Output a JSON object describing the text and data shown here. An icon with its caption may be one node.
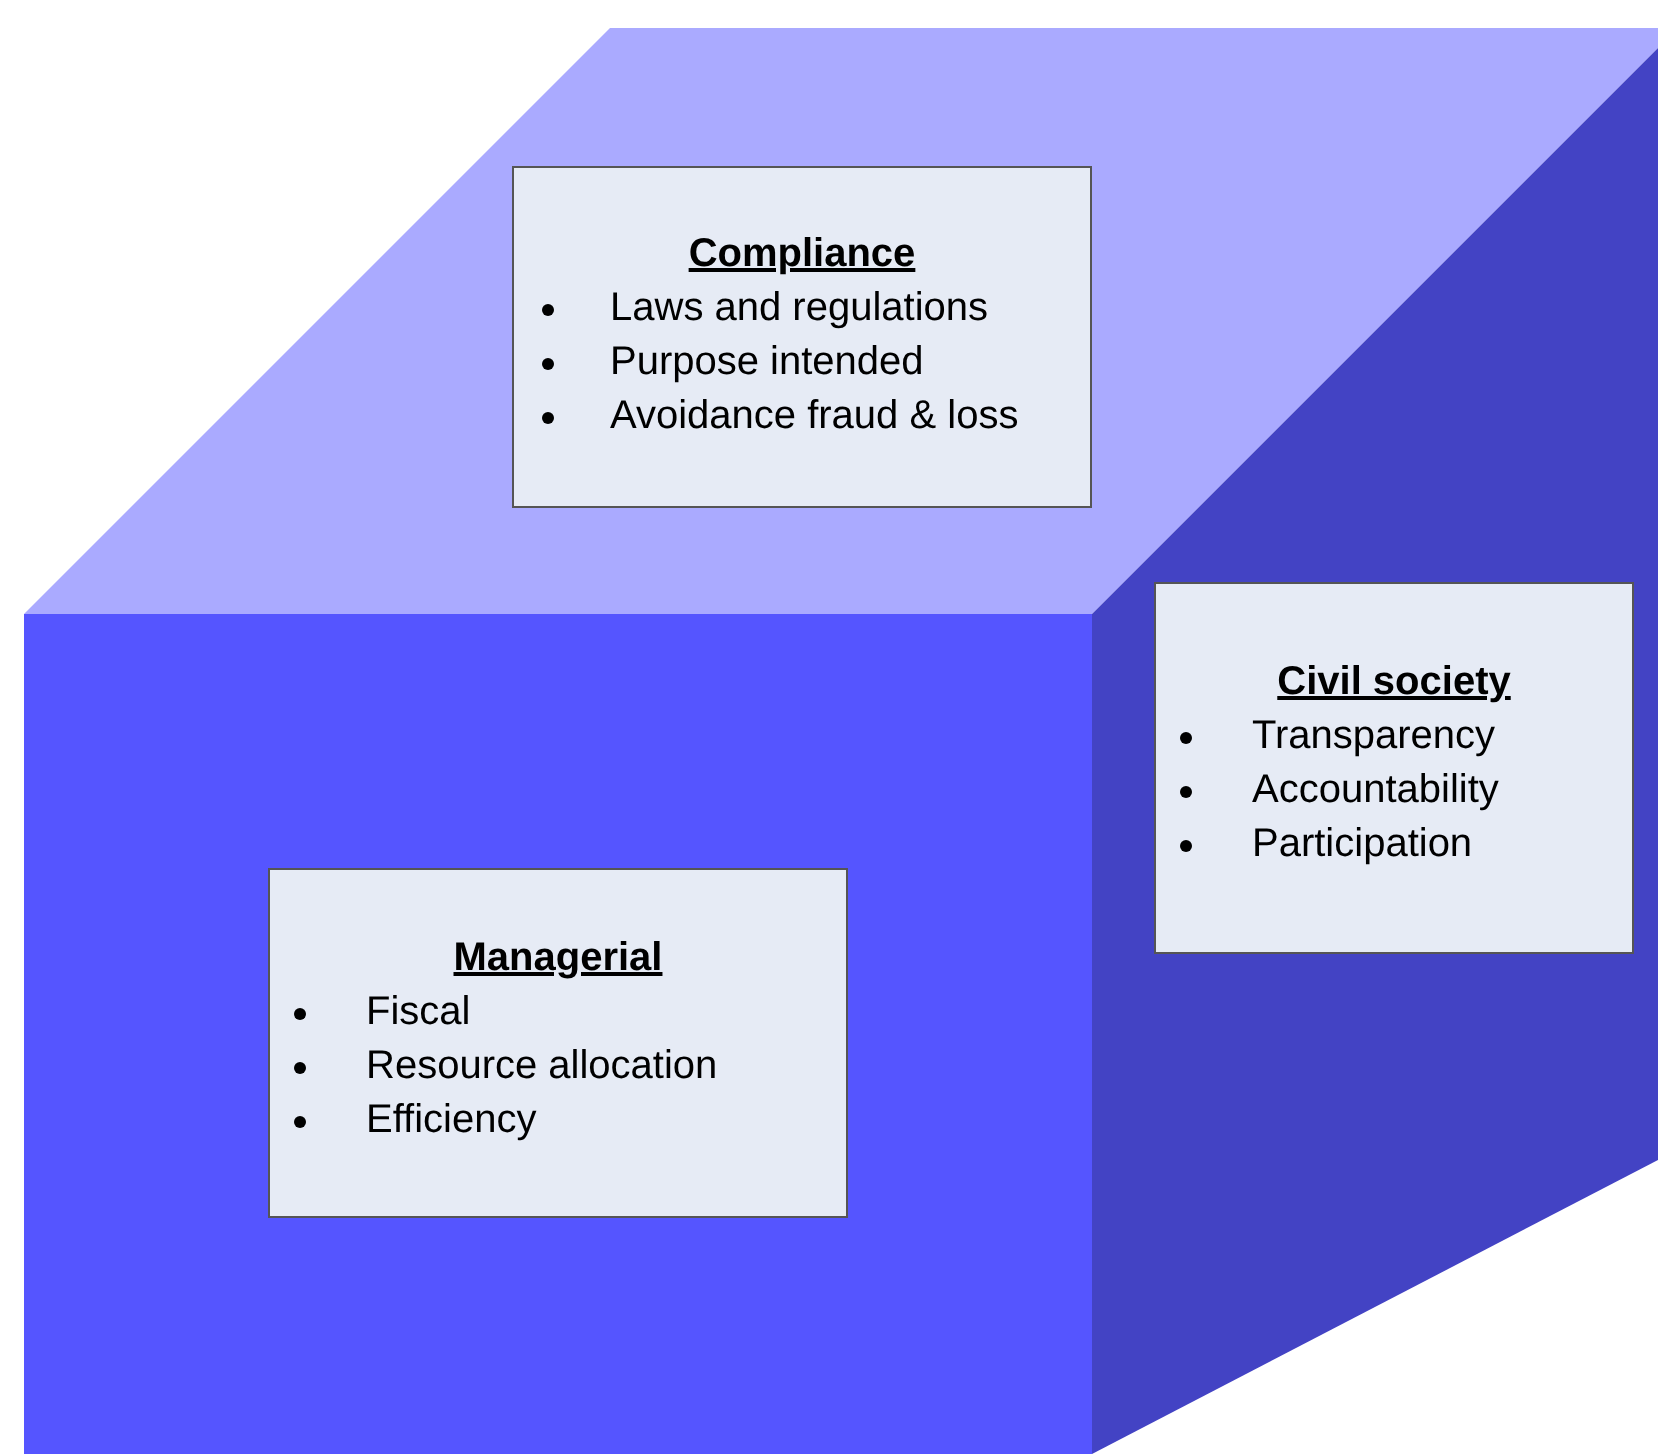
{
  "diagram": {
    "nodes": [
      {
        "text": [
          "Compliance",
          "Laws and regulations",
          "Purpose intended",
          "Avoidance fraud & loss"
        ]
      },
      {
        "text": [
          "Civil society",
          "Transparency",
          "Accountability",
          "Participation"
        ]
      },
      {
        "text": [
          "Managerial",
          "Fiscal",
          "Resource allocation",
          "Efficiency"
        ]
      }
    ]
  }
}
